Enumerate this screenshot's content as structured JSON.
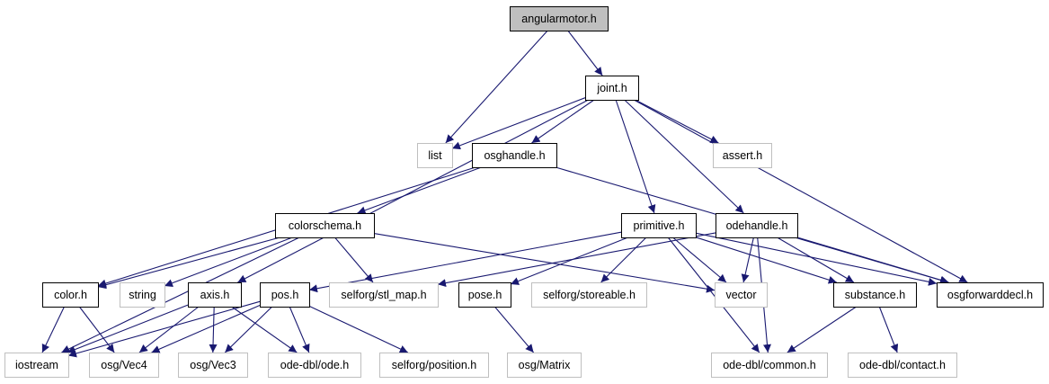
{
  "diagram": {
    "edge_color": "#191970",
    "nodes": [
      {
        "id": "angularmotor",
        "label": "angularmotor.h",
        "style": "root"
      },
      {
        "id": "joint",
        "label": "joint.h",
        "style": "documented"
      },
      {
        "id": "list",
        "label": "list",
        "style": "external"
      },
      {
        "id": "osghandle",
        "label": "osghandle.h",
        "style": "documented"
      },
      {
        "id": "assert",
        "label": "assert.h",
        "style": "external"
      },
      {
        "id": "colorschema",
        "label": "colorschema.h",
        "style": "documented"
      },
      {
        "id": "primitive",
        "label": "primitive.h",
        "style": "documented"
      },
      {
        "id": "odehandle",
        "label": "odehandle.h",
        "style": "documented"
      },
      {
        "id": "color",
        "label": "color.h",
        "style": "documented"
      },
      {
        "id": "string",
        "label": "string",
        "style": "external"
      },
      {
        "id": "axis",
        "label": "axis.h",
        "style": "documented"
      },
      {
        "id": "pos",
        "label": "pos.h",
        "style": "documented"
      },
      {
        "id": "stlmap",
        "label": "selforg/stl_map.h",
        "style": "external"
      },
      {
        "id": "pose",
        "label": "pose.h",
        "style": "documented"
      },
      {
        "id": "storeable",
        "label": "selforg/storeable.h",
        "style": "external"
      },
      {
        "id": "vector",
        "label": "vector",
        "style": "external"
      },
      {
        "id": "substance",
        "label": "substance.h",
        "style": "documented"
      },
      {
        "id": "osgforward",
        "label": "osgforwarddecl.h",
        "style": "documented"
      },
      {
        "id": "iostream",
        "label": "iostream",
        "style": "external"
      },
      {
        "id": "vec4",
        "label": "osg/Vec4",
        "style": "external"
      },
      {
        "id": "vec3",
        "label": "osg/Vec3",
        "style": "external"
      },
      {
        "id": "ode",
        "label": "ode-dbl/ode.h",
        "style": "external"
      },
      {
        "id": "position",
        "label": "selforg/position.h",
        "style": "external"
      },
      {
        "id": "matrix",
        "label": "osg/Matrix",
        "style": "external"
      },
      {
        "id": "common",
        "label": "ode-dbl/common.h",
        "style": "external"
      },
      {
        "id": "contact",
        "label": "ode-dbl/contact.h",
        "style": "external"
      }
    ],
    "edges": [
      [
        "angularmotor",
        "joint"
      ],
      [
        "angularmotor",
        "list"
      ],
      [
        "joint",
        "list"
      ],
      [
        "joint",
        "osghandle"
      ],
      [
        "joint",
        "assert"
      ],
      [
        "joint",
        "axis"
      ],
      [
        "joint",
        "primitive"
      ],
      [
        "joint",
        "odehandle"
      ],
      [
        "joint",
        "osgforward"
      ],
      [
        "osghandle",
        "colorschema"
      ],
      [
        "osghandle",
        "color"
      ],
      [
        "osghandle",
        "osgforward"
      ],
      [
        "colorschema",
        "color"
      ],
      [
        "colorschema",
        "string"
      ],
      [
        "colorschema",
        "iostream"
      ],
      [
        "colorschema",
        "stlmap"
      ],
      [
        "colorschema",
        "vector"
      ],
      [
        "primitive",
        "pos"
      ],
      [
        "primitive",
        "pose"
      ],
      [
        "primitive",
        "storeable"
      ],
      [
        "primitive",
        "vector"
      ],
      [
        "primitive",
        "substance"
      ],
      [
        "primitive",
        "osgforward"
      ],
      [
        "primitive",
        "common"
      ],
      [
        "odehandle",
        "stlmap"
      ],
      [
        "odehandle",
        "vector"
      ],
      [
        "odehandle",
        "substance"
      ],
      [
        "odehandle",
        "common"
      ],
      [
        "odehandle",
        "osgforward"
      ],
      [
        "color",
        "iostream"
      ],
      [
        "color",
        "vec4"
      ],
      [
        "axis",
        "iostream"
      ],
      [
        "axis",
        "vec4"
      ],
      [
        "axis",
        "vec3"
      ],
      [
        "axis",
        "ode"
      ],
      [
        "pos",
        "iostream"
      ],
      [
        "pos",
        "vec4"
      ],
      [
        "pos",
        "vec3"
      ],
      [
        "pos",
        "ode"
      ],
      [
        "pos",
        "position"
      ],
      [
        "pose",
        "matrix"
      ],
      [
        "substance",
        "common"
      ],
      [
        "substance",
        "contact"
      ]
    ]
  }
}
